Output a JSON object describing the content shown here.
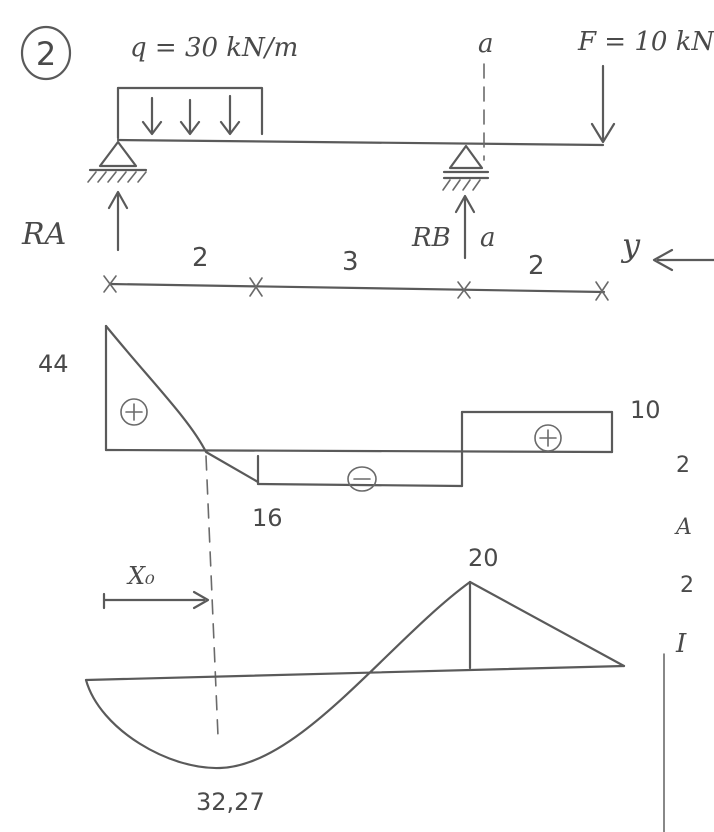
{
  "problem_number": "2",
  "load": {
    "distributed": "q = 30 kN/m",
    "point": "F = 10 kN"
  },
  "section": {
    "label_top": "a",
    "label_side": "a"
  },
  "reactions": {
    "left": "RA",
    "right": "RB"
  },
  "axis_label": "y",
  "spans": [
    "2",
    "3",
    "2"
  ],
  "shear_values": {
    "max": "44",
    "min": "16",
    "right": "10"
  },
  "shear_signs": [
    "+",
    "−",
    "+"
  ],
  "moment_values": {
    "peak": "20",
    "min": "32,27"
  },
  "x0_label": "X₀",
  "margin_fragments": [
    "A",
    "2",
    "I",
    "2"
  ]
}
